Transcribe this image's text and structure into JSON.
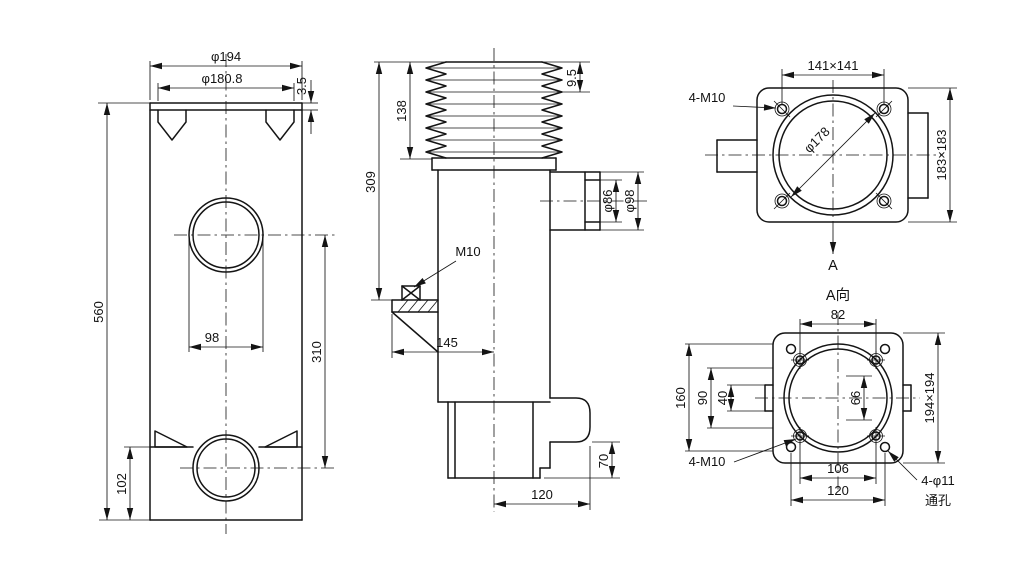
{
  "labels": {
    "front": {
      "dia194": "φ194",
      "dia180_8": "φ180.8",
      "t3_5": "3.5",
      "h560": "560",
      "w98": "98",
      "h310": "310",
      "h102": "102"
    },
    "side": {
      "h309": "309",
      "h138": "138",
      "p9_5": "9.5",
      "m10": "M10",
      "dia86": "φ86",
      "dia98": "φ98",
      "w145": "145",
      "h70": "70",
      "w120": "120"
    },
    "top": {
      "sq141": "141×141",
      "m10x4": "4-M10",
      "sq183": "183×183",
      "dia178": "φ178",
      "viewArrow": "A"
    },
    "bottom": {
      "title": "A向",
      "w82": "82",
      "h160": "160",
      "h90": "90",
      "h40": "40",
      "h66": "66",
      "sq194": "194×194",
      "w106": "106",
      "w120": "120",
      "m10x4": "4-M10",
      "d11x4": "4-φ11",
      "through": "通孔"
    }
  }
}
